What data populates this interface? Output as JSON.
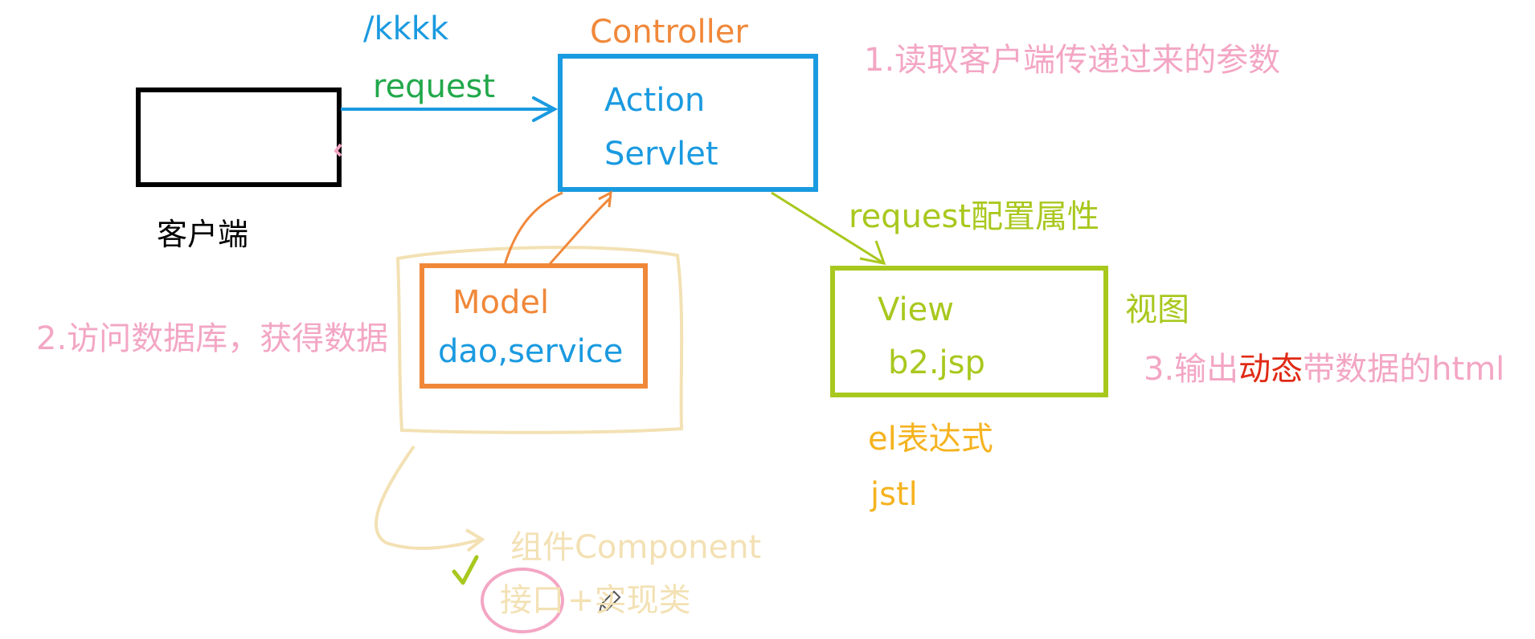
{
  "colors": {
    "blue": "#1a9ae0",
    "orange": "#f0883a",
    "green": "#22a84a",
    "lime": "#a8c81e",
    "pink": "#f3a6c4",
    "red": "#e02a16",
    "gold": "#f5b320",
    "beige": "#f3e1b4",
    "black": "#000000"
  },
  "client": {
    "label": "客户端"
  },
  "request": {
    "path": "/kkkk",
    "label": "request"
  },
  "controller": {
    "title": "Controller",
    "line1": "Action",
    "line2": "Servlet",
    "note": "1.读取客户端传递过来的参数"
  },
  "model": {
    "line1": "Model",
    "line2": "dao,service",
    "note": "2.访问数据库，获得数据",
    "component": "组件Component",
    "interface": "接口",
    "impl": "+实现类"
  },
  "view": {
    "arrow_label": "request配置属性",
    "line1": "View",
    "line2": "b2.jsp",
    "title": "视图",
    "note_prefix": "3.输出",
    "note_highlight": "动态",
    "note_suffix": "带数据的html",
    "el": "el表达式",
    "jstl": "jstl"
  },
  "icons": {
    "check": "check-icon",
    "pencil": "pencil-icon"
  }
}
